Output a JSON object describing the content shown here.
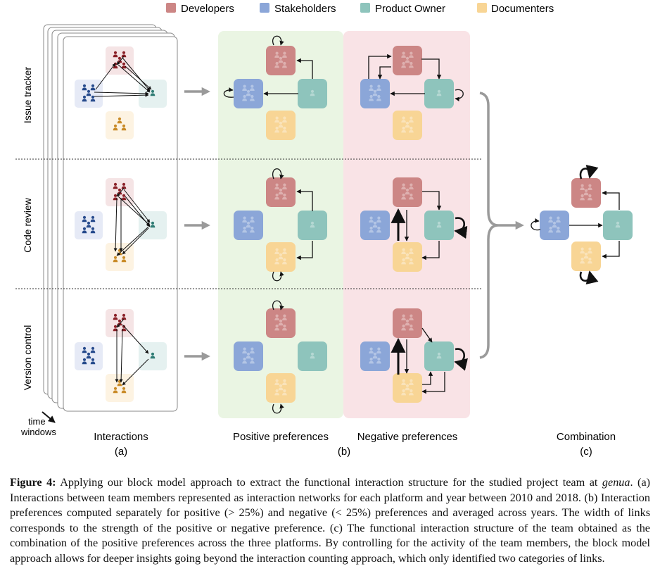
{
  "legend": [
    {
      "label": "Developers",
      "color": "#cc8685"
    },
    {
      "label": "Stakeholders",
      "color": "#8ba6d8"
    },
    {
      "label": "Product Owner",
      "color": "#8ec4bc"
    },
    {
      "label": "Documenters",
      "color": "#f8d595"
    }
  ],
  "colors": {
    "dev_light": "#f5e4e5",
    "stake_light": "#e6eaf6",
    "po_light": "#e5f1f0",
    "doc_light": "#fdf3e2",
    "dev_person": "#8a2027",
    "stake_person": "#264a8c",
    "po_person": "#2f7c74",
    "doc_person": "#c98a26",
    "positive_bg": "#eaf5e3",
    "negative_bg": "#f9e3e6",
    "arrow_gray": "#9a9a9a"
  },
  "rows": [
    "Issue tracker",
    "Code review",
    "Version control"
  ],
  "time_label": [
    "time",
    "windows"
  ],
  "columns": {
    "interactions": "Interactions",
    "interactions_sub": "(a)",
    "positive": "Positive preferences",
    "negative": "Negative preferences",
    "b_sub": "(b)",
    "combination": "Combination",
    "combination_sub": "(c)"
  },
  "caption": {
    "label": "Figure 4:",
    "part1": " Applying our block model approach to extract the functional interaction structure for the studied project team at ",
    "team": "genua",
    "part2": ". (a) Interactions between team members represented as interaction networks for each platform and year between 2010 and 2018. (b) Interaction preferences computed separately for positive (> 25%) and negative (< 25%) preferences and averaged across years. The width of links corresponds to the strength of the positive or negative preference. (c) The functional interaction structure of the team obtained as the combination of the positive preferences across the three platforms. By controlling for the activity of the team members, the block model approach allows for deeper insights going beyond the interaction counting approach, which only identified two categories of links."
  }
}
